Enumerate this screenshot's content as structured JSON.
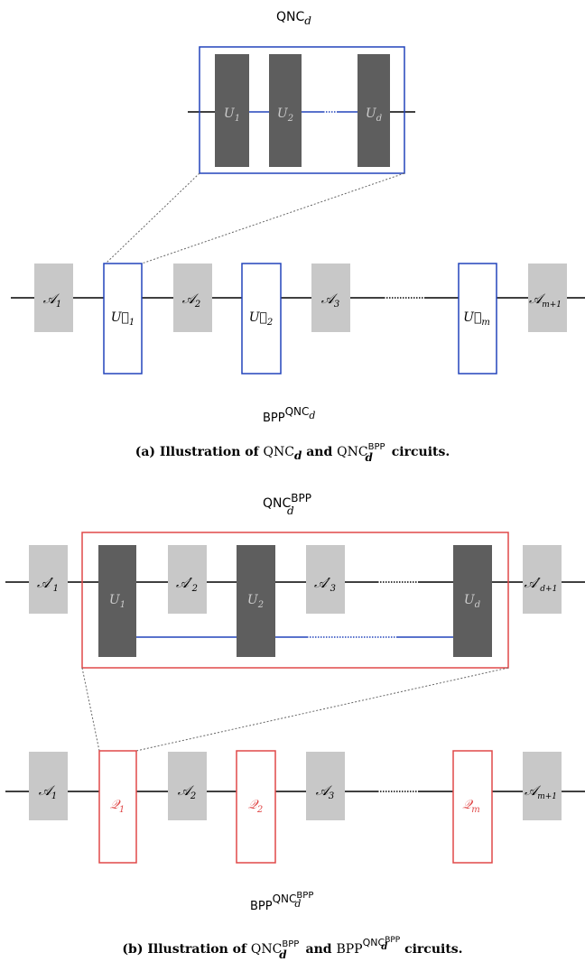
{
  "colors": {
    "wire": "#000000",
    "dotted": "#666666",
    "dark_gate": "#5e5e5e",
    "light_gate": "#c8c8c8",
    "blue": "#2244bb",
    "red": "#e04848",
    "dark_label": "#cccccc"
  },
  "fig_a": {
    "qnc_title": {
      "base": "QNC",
      "sub": "d"
    },
    "top_gates": [
      {
        "base": "U",
        "sub": "1"
      },
      {
        "base": "U",
        "sub": "2"
      },
      {
        "base": "U",
        "sub": "d"
      }
    ],
    "bottom_gates": [
      {
        "kind": "A",
        "sub": "1"
      },
      {
        "kind": "U",
        "sub": "1"
      },
      {
        "kind": "A",
        "sub": "2"
      },
      {
        "kind": "U",
        "sub": "2"
      },
      {
        "kind": "A",
        "sub": "3"
      },
      {
        "kind": "U",
        "sub": "m"
      },
      {
        "kind": "A",
        "sub": "m+1"
      }
    ],
    "bpp_label": {
      "base": "BPP",
      "sup": "QNC",
      "subsup": "d"
    },
    "caption": {
      "prefix": "(a) Illustration of ",
      "t1": "QNC",
      "t1_sub": "d",
      "mid": " and ",
      "t2": "QNC",
      "t2_sub": "d",
      "t2_sup": "BPP",
      "suffix": " circuits."
    }
  },
  "fig_b": {
    "qnc_title": {
      "base": "QNC",
      "sub": "d",
      "sup": "BPP"
    },
    "top_gates": [
      {
        "kind": "A′",
        "sub": "1"
      },
      {
        "kind": "U",
        "sub": "1"
      },
      {
        "kind": "A′",
        "sub": "2"
      },
      {
        "kind": "U",
        "sub": "2"
      },
      {
        "kind": "A′",
        "sub": "3"
      },
      {
        "kind": "U",
        "sub": "d"
      },
      {
        "kind": "A′",
        "sub": "d+1"
      }
    ],
    "bottom_gates": [
      {
        "kind": "A",
        "sub": "1"
      },
      {
        "kind": "Q",
        "sub": "1"
      },
      {
        "kind": "A",
        "sub": "2"
      },
      {
        "kind": "Q",
        "sub": "2"
      },
      {
        "kind": "A",
        "sub": "3"
      },
      {
        "kind": "Q",
        "sub": "m"
      },
      {
        "kind": "A",
        "sub": "m+1"
      }
    ],
    "bpp_label": {
      "base": "BPP",
      "sup": "QNC",
      "subsup": "d",
      "supsup": "BPP"
    },
    "caption": {
      "prefix": "(b) Illustration of ",
      "t1": "QNC",
      "t1_sub": "d",
      "t1_sup": "BPP",
      "mid": " and ",
      "t2": "BPP",
      "t2_sup": "QNC",
      "t2_supsub": "d",
      "t2_supsup": "BPP",
      "suffix": " circuits."
    }
  }
}
